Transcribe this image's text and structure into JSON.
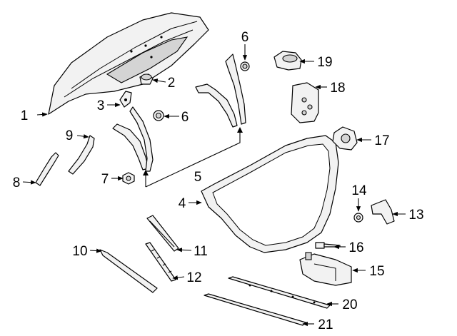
{
  "diagram": {
    "callouts": [
      {
        "id": "c1",
        "label": "1"
      },
      {
        "id": "c2",
        "label": "2"
      },
      {
        "id": "c3",
        "label": "3"
      },
      {
        "id": "c4",
        "label": "4"
      },
      {
        "id": "c5",
        "label": "5"
      },
      {
        "id": "c6a",
        "label": "6"
      },
      {
        "id": "c6b",
        "label": "6"
      },
      {
        "id": "c7",
        "label": "7"
      },
      {
        "id": "c8",
        "label": "8"
      },
      {
        "id": "c9",
        "label": "9"
      },
      {
        "id": "c10",
        "label": "10"
      },
      {
        "id": "c11",
        "label": "11"
      },
      {
        "id": "c12",
        "label": "12"
      },
      {
        "id": "c13",
        "label": "13"
      },
      {
        "id": "c14",
        "label": "14"
      },
      {
        "id": "c15",
        "label": "15"
      },
      {
        "id": "c16",
        "label": "16"
      },
      {
        "id": "c17",
        "label": "17"
      },
      {
        "id": "c18",
        "label": "18"
      },
      {
        "id": "c19",
        "label": "19"
      },
      {
        "id": "c20",
        "label": "20"
      },
      {
        "id": "c21",
        "label": "21"
      }
    ]
  }
}
